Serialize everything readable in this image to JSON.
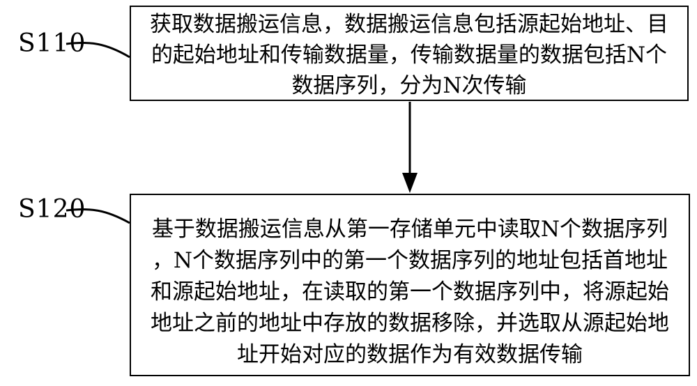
{
  "figure": {
    "background_color": "#ffffff",
    "ink_color": "#000000"
  },
  "steps": [
    {
      "label": "S110",
      "lines": [
        "获取数据搬运信息，数据搬运信息包括源起始地址、目",
        "的起始地址和传输数据量，传输数据量的数据包括N个",
        "数据序列，分为N次传输"
      ]
    },
    {
      "label": "S120",
      "lines": [
        "基于数据搬运信息从第一存储单元中读取N个数据序列",
        "，N个数据序列中的第一个数据序列的地址包括首地址",
        "和源起始地址，在读取的第一个数据序列中，将源起始",
        "地址之前的地址中存放的数据移除，并选取从源起始地",
        "址开始对应的数据作为有效数据传输"
      ]
    }
  ]
}
